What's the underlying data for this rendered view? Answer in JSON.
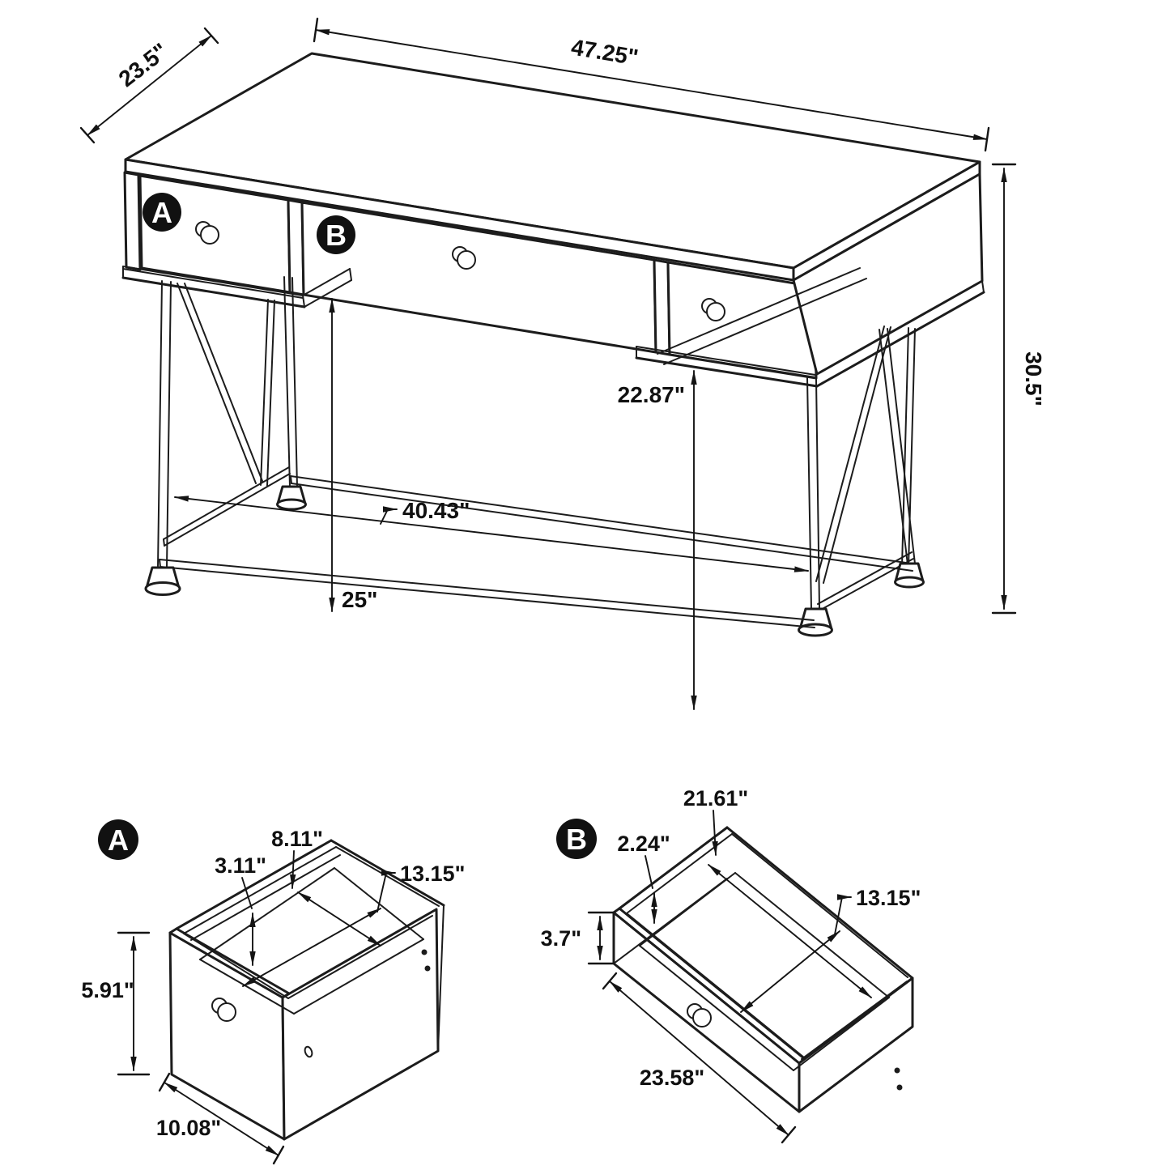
{
  "page": {
    "background": "#ffffff",
    "ink": "#1c1c1c",
    "type": "furniture assembly dimension diagram"
  },
  "main_view": {
    "name": "writing desk isometric view",
    "drawer_labels": {
      "a": "A",
      "b": "B"
    },
    "dimensions": {
      "top_depth": "23.5\"",
      "top_width": "47.25\"",
      "overall_height": "30.5\"",
      "side_drawer_clearance": "22.87\"",
      "knee_clearance": "25\"",
      "leg_span": "40.43\""
    }
  },
  "detail_a": {
    "label": "A",
    "dimensions": {
      "interior_back_width": "8.11\"",
      "interior_height": "3.11\"",
      "interior_depth": "13.15\"",
      "front_height": "5.91\"",
      "front_width": "10.08\""
    }
  },
  "detail_b": {
    "label": "B",
    "dimensions": {
      "interior_width": "21.61\"",
      "interior_height": "2.24\"",
      "interior_depth": "13.15\"",
      "front_height": "3.7\"",
      "front_width": "23.58\""
    }
  }
}
